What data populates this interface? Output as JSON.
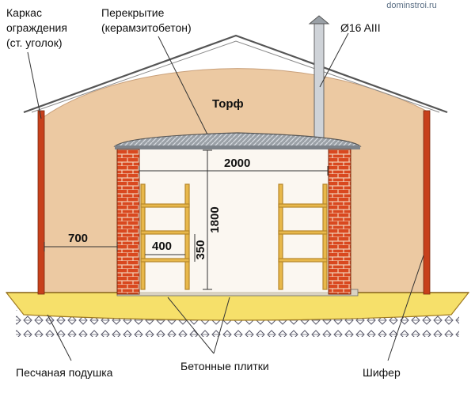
{
  "watermark": "dominstroi.ru",
  "labels": {
    "frame_line1": "Каркас",
    "frame_line2": "ограждения",
    "frame_line3": "(ст. уголок)",
    "slab_line1": "Перекрытие",
    "slab_line2": "(керамзитобетон)",
    "rebar": "Ø16 AIII",
    "peat": "Торф",
    "sand_cushion": "Песчаная подушка",
    "concrete_tiles": "Бетонные плитки",
    "slate": "Шифер"
  },
  "dimensions": {
    "inner_width": "2000",
    "height": "1800",
    "side_gap": "700",
    "shelf_width": "400",
    "shelf_pitch": "350"
  },
  "colors": {
    "peat": "#ecc9a2",
    "sand": "#f6e06a",
    "brick": "#d9481f",
    "roof_line": "#555555",
    "shelf_wood": "#e8b84b",
    "dim_line": "#333333"
  }
}
